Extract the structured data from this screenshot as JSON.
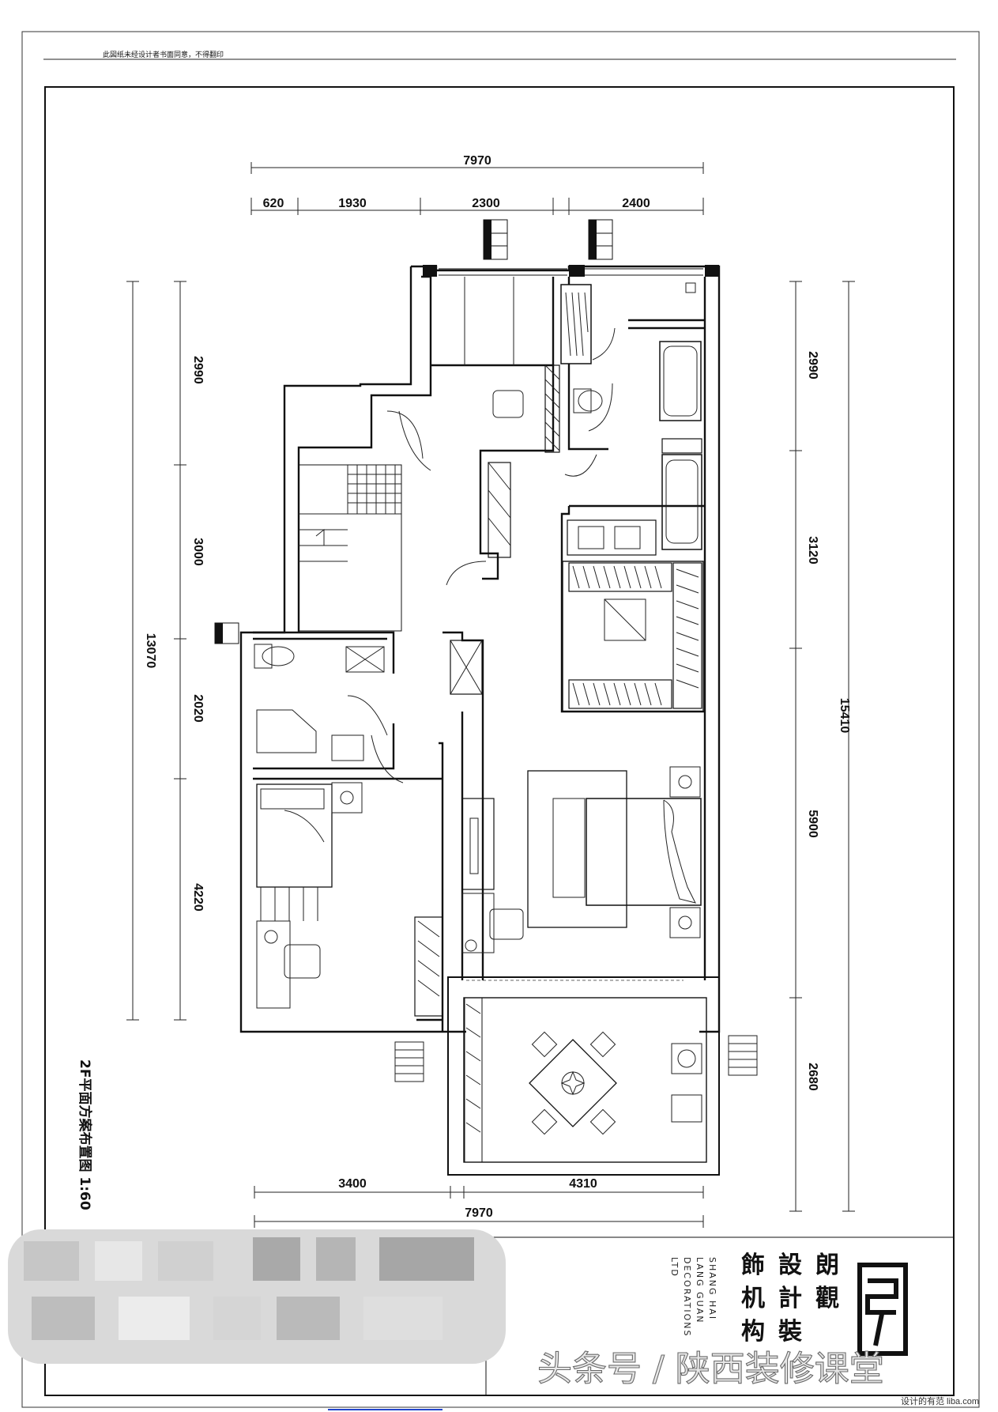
{
  "header_note": "此図纸未经设计者书面同意，不得翻印",
  "dimensions": {
    "top_total": "7970",
    "top_segments": [
      "620",
      "1930",
      "2300",
      "2400"
    ],
    "left_total": "13070",
    "left_segments": [
      "2990",
      "3000",
      "2020",
      "4220"
    ],
    "right_total": "15410",
    "right_segments": [
      "2990",
      "3120",
      "5900",
      "2680"
    ],
    "bottom_segments": [
      "3400",
      "4310"
    ],
    "bottom_total": "7970"
  },
  "plan_title": "2F平面方案布置图 1:60",
  "logo": {
    "chinese_columns": [
      "朗",
      "觀",
      "設",
      "計",
      "裝",
      "飾",
      "机",
      "构"
    ],
    "english_lines": [
      "SHANG HAI",
      "LANG GUAN",
      "DECORATIONS",
      "LTD"
    ]
  },
  "watermark": "头条号 / 陕西装修课堂",
  "site_tag": "设计的有范 liba.com",
  "colors": {
    "line": "#111111",
    "background": "#ffffff",
    "blur": "#c8c8c8"
  }
}
